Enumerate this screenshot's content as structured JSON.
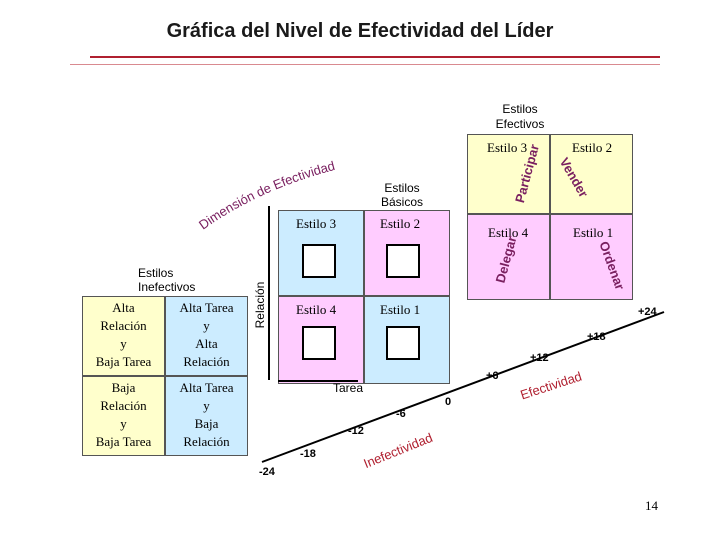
{
  "title": "Gráfica del Nivel de Efectividad del Líder",
  "page_number": "14",
  "colors": {
    "yellow": "#ffffcc",
    "pink": "#ffccff",
    "blue": "#ccecff",
    "green": "#ccffcc",
    "accent": "#b02030"
  },
  "effective": {
    "heading": "Estilos\nEfectivos",
    "estilo3": "Estilo 3",
    "estilo2": "Estilo 2",
    "estilo4": "Estilo 4",
    "estilo1": "Estilo 1",
    "participar": "Participar",
    "vender": "Vender",
    "delegar": "Delegar",
    "ordenar": "Ordenar"
  },
  "basic": {
    "heading": "Estilos\nBásicos",
    "estilo3": "Estilo 3",
    "estilo2": "Estilo 2",
    "estilo4": "Estilo 4",
    "estilo1": "Estilo 1"
  },
  "ineffective": {
    "heading": "Estilos\nInefectivos",
    "top_left": "Alta\nRelación\ny\nBaja Tarea",
    "top_right": "Alta Tarea\ny\nAlta\nRelación",
    "bottom_left": "Baja\nRelación\ny\nBaja Tarea",
    "bottom_right": "Alta Tarea\ny\nBaja\nRelación"
  },
  "axes": {
    "relacion": "Relación",
    "tarea": "Tarea",
    "dimension": "Dimensión de Efectividad",
    "efectividad": "Efectividad",
    "inefectividad": "Inefectividad",
    "zero": "0",
    "pos": [
      "+6",
      "+12",
      "+18",
      "+24"
    ],
    "neg": [
      "-6",
      "-12",
      "-18",
      "-24"
    ]
  }
}
